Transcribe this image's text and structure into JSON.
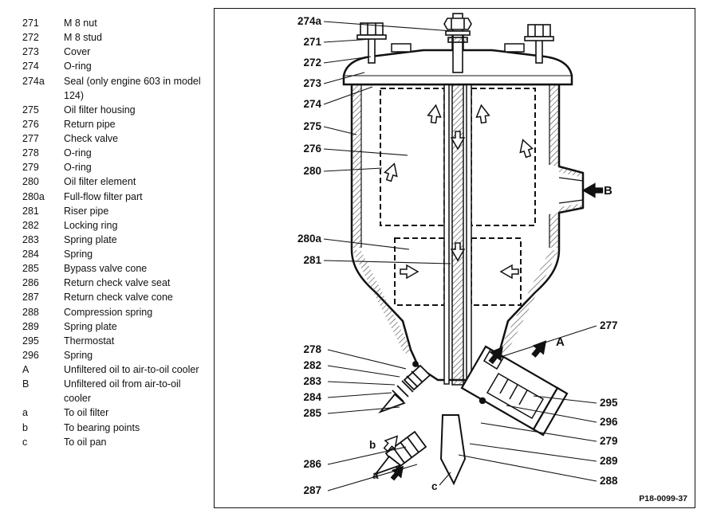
{
  "legend": {
    "items": [
      {
        "key": "271",
        "label": "M 8 nut"
      },
      {
        "key": "272",
        "label": "M 8 stud"
      },
      {
        "key": "273",
        "label": "Cover"
      },
      {
        "key": "274",
        "label": "O-ring"
      },
      {
        "key": "274a",
        "label": "Seal (only engine 603 in model 124)"
      },
      {
        "key": "275",
        "label": "Oil filter housing"
      },
      {
        "key": "276",
        "label": "Return pipe"
      },
      {
        "key": "277",
        "label": "Check valve"
      },
      {
        "key": "278",
        "label": "O-ring"
      },
      {
        "key": "279",
        "label": "O-ring"
      },
      {
        "key": "280",
        "label": "Oil filter element"
      },
      {
        "key": "280a",
        "label": "Full-flow filter part"
      },
      {
        "key": "281",
        "label": "Riser pipe"
      },
      {
        "key": "282",
        "label": "Locking ring"
      },
      {
        "key": "283",
        "label": "Spring plate"
      },
      {
        "key": "284",
        "label": "Spring"
      },
      {
        "key": "285",
        "label": "Bypass valve cone"
      },
      {
        "key": "286",
        "label": "Return check valve seat"
      },
      {
        "key": "287",
        "label": "Return check valve cone"
      },
      {
        "key": "288",
        "label": "Compression spring"
      },
      {
        "key": "289",
        "label": "Spring plate"
      },
      {
        "key": "295",
        "label": "Thermostat"
      },
      {
        "key": "296",
        "label": "Spring"
      },
      {
        "key": "A",
        "label": "Unfiltered oil to air-to-oil cooler"
      },
      {
        "key": "B",
        "label": "Unfiltered oil from air-to-oil cooler"
      },
      {
        "key": "a",
        "label": "To oil filter"
      },
      {
        "key": "b",
        "label": "To bearing points"
      },
      {
        "key": "c",
        "label": "To oil pan"
      }
    ]
  },
  "diagram": {
    "callouts": {
      "c274a": "274a",
      "c271": "271",
      "c272": "272",
      "c273": "273",
      "c274": "274",
      "c275": "275",
      "c276": "276",
      "c280": "280",
      "c280a": "280a",
      "c281": "281",
      "c278": "278",
      "c282": "282",
      "c283": "283",
      "c284": "284",
      "c285": "285",
      "c286": "286",
      "c287": "287",
      "c277": "277",
      "c295": "295",
      "c296": "296",
      "c279": "279",
      "c289": "289",
      "c288": "288"
    },
    "flow": {
      "A": "A",
      "B": "B",
      "a": "a",
      "b": "b",
      "c": "c"
    },
    "drawing_number": "P18-0099-37"
  },
  "colors": {
    "ink": "#111111",
    "paper": "#ffffff"
  }
}
